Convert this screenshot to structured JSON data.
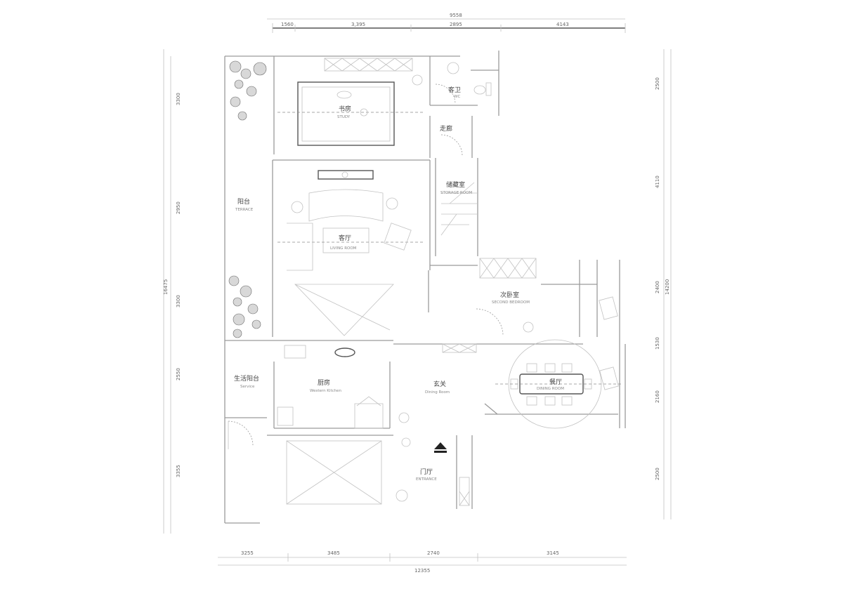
{
  "dimensions": {
    "top_total": "9558",
    "top": [
      "1560",
      "3,395",
      "2895",
      "4143"
    ],
    "bottom": [
      "3255",
      "3485",
      "2740",
      "3145"
    ],
    "bottom_total": "12355",
    "left_total": "16475",
    "left": [
      "3300",
      "2950",
      "3300",
      "2550",
      "3355"
    ],
    "right_total": "14200",
    "right": [
      "2500",
      "4110",
      "2400",
      "1530",
      "2160",
      "2500"
    ]
  },
  "rooms": {
    "study": {
      "name": "书房",
      "sub": "STUDY"
    },
    "guest_bath": {
      "name": "客卫",
      "sub": "WC"
    },
    "walkway": {
      "name": "走廊"
    },
    "storage": {
      "name": "储藏室",
      "sub": "STORAGE ROOM"
    },
    "balcony": {
      "name": "阳台",
      "sub": "TERRACE"
    },
    "living": {
      "name": "客厅",
      "sub": "LIVING ROOM"
    },
    "second_bedroom": {
      "name": "次卧室",
      "sub": "SECOND BEDROOM"
    },
    "service_balcony": {
      "name": "生活阳台",
      "sub": "Service"
    },
    "kitchen": {
      "name": "厨房",
      "sub": "Western Kitchen"
    },
    "dining": {
      "name": "餐厅",
      "sub": "DINING ROOM"
    },
    "foyer": {
      "name": "玄关",
      "sub": "Dining Room"
    },
    "entrance": {
      "name": "门厅",
      "sub": "ENTRANCE"
    }
  },
  "icons": [
    "entrance-arrow-icon",
    "toilet-icon",
    "plant-icon",
    "potted-plant-icon"
  ]
}
